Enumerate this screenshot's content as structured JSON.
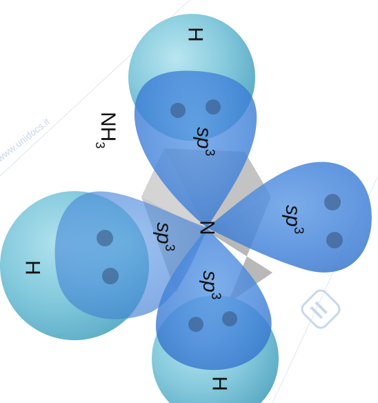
{
  "molecule": "NH",
  "molecule_subscript": "3",
  "central_atom": "N",
  "hydrogen_label": "H",
  "orbital_label": "sp",
  "orbital_superscript": "3",
  "watermark_text": "www.unidocs.it",
  "colors": {
    "background": "#ffffff",
    "orbital_blue": "#3d7fd8",
    "hydrogen_cyan": "#7cc8dc",
    "tetrahedron_gray": "#b4b4b4",
    "electron_dot": "#35527a",
    "watermark": "#c9d7ec"
  }
}
